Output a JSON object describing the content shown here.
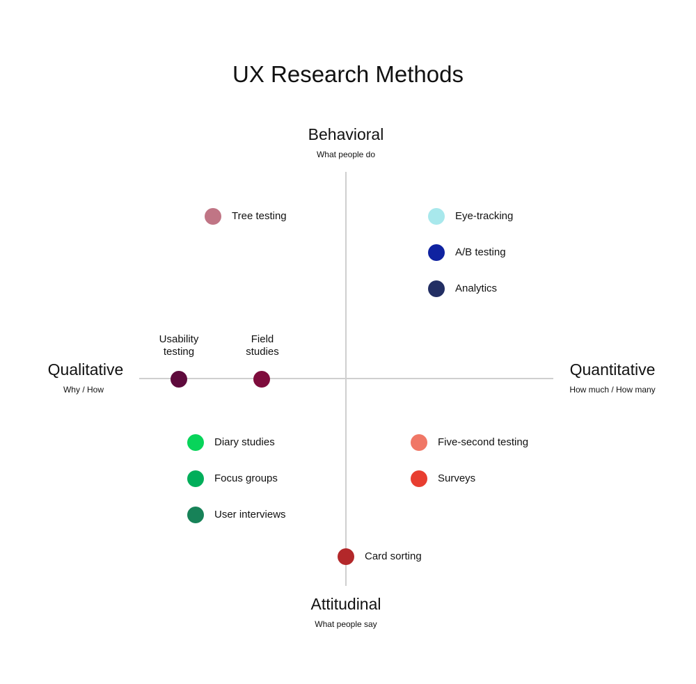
{
  "title": "UX Research Methods",
  "axes": {
    "top": {
      "label": "Behavioral",
      "sub": "What people do"
    },
    "bottom": {
      "label": "Attitudinal",
      "sub": "What people say"
    },
    "left": {
      "label": "Qualitative",
      "sub": "Why / How"
    },
    "right": {
      "label": "Quantitative",
      "sub": "How much / How many"
    }
  },
  "methods": [
    {
      "name": "Tree testing",
      "color": "#c07585"
    },
    {
      "name": "Eye-tracking",
      "color": "#a8e8ec"
    },
    {
      "name": "A/B testing",
      "color": "#0f22a0"
    },
    {
      "name": "Analytics",
      "color": "#222e63"
    },
    {
      "name_line1": "Usability",
      "name_line2": "testing",
      "color": "#5e0a3c"
    },
    {
      "name_line1": "Field",
      "name_line2": "studies",
      "color": "#7e0c3c"
    },
    {
      "name": "Diary studies",
      "color": "#08d45a"
    },
    {
      "name": "Focus groups",
      "color": "#00ae5a"
    },
    {
      "name": "User interviews",
      "color": "#178258"
    },
    {
      "name": "Five-second testing",
      "color": "#f07766"
    },
    {
      "name": "Surveys",
      "color": "#e83e30"
    },
    {
      "name": "Card sorting",
      "color": "#b3282a"
    }
  ]
}
